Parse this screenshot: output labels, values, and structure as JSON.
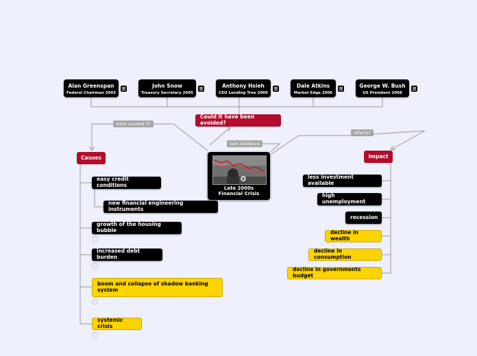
{
  "center": {
    "title_line1": "Late 2000s",
    "title_line2": "Financial Crisis"
  },
  "people": [
    {
      "name": "Alan Greenspan",
      "role": "Federal Chairman 2003"
    },
    {
      "name": "John Snow",
      "role": "Treasury Secretary 2005"
    },
    {
      "name": "Anthony Hsieh",
      "role": "CEO Lending Tree 2006"
    },
    {
      "name": "Dale Atkins",
      "role": "Market Edge 2006"
    },
    {
      "name": "George W. Bush",
      "role": "US President 2008"
    }
  ],
  "question": "Could it have been avoided?",
  "labels": {
    "what_caused": "what caused it?",
    "text_evidence": "text evidence",
    "effects": "effects?"
  },
  "causes": {
    "title": "Causes",
    "items": [
      "easy credit conditions",
      "new financial engineering instruments",
      "growth of the housing bubble",
      "increased debt burden",
      "boom and collapse of shadow banking system",
      "systemic crisis"
    ],
    "badge": "i"
  },
  "impact": {
    "title": "Impact",
    "items": [
      "less investment available",
      "high unemployment",
      "recession",
      "decline in wealth",
      "decline in consumption",
      "decline in governments budget"
    ]
  },
  "colors": {
    "background": "#eef0fb",
    "red": "#b40c2c",
    "yellow": "#ffd400",
    "line": "#a5a5a5"
  }
}
